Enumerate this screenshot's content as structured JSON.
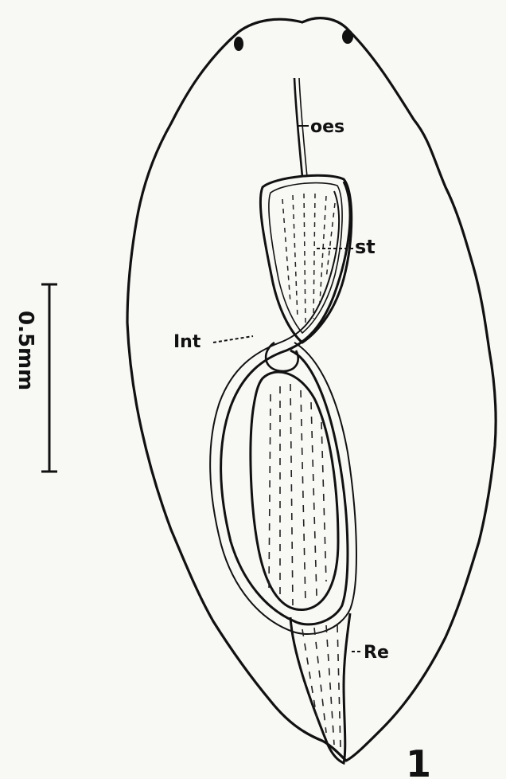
{
  "figure": {
    "number": "1",
    "scale_bar": {
      "label": "0.5mm"
    },
    "labels": {
      "oes": "oes",
      "st": "st",
      "int": "Int",
      "re": "Re"
    }
  },
  "colors": {
    "ink": "#111111",
    "paper": "#f8f8f5"
  }
}
